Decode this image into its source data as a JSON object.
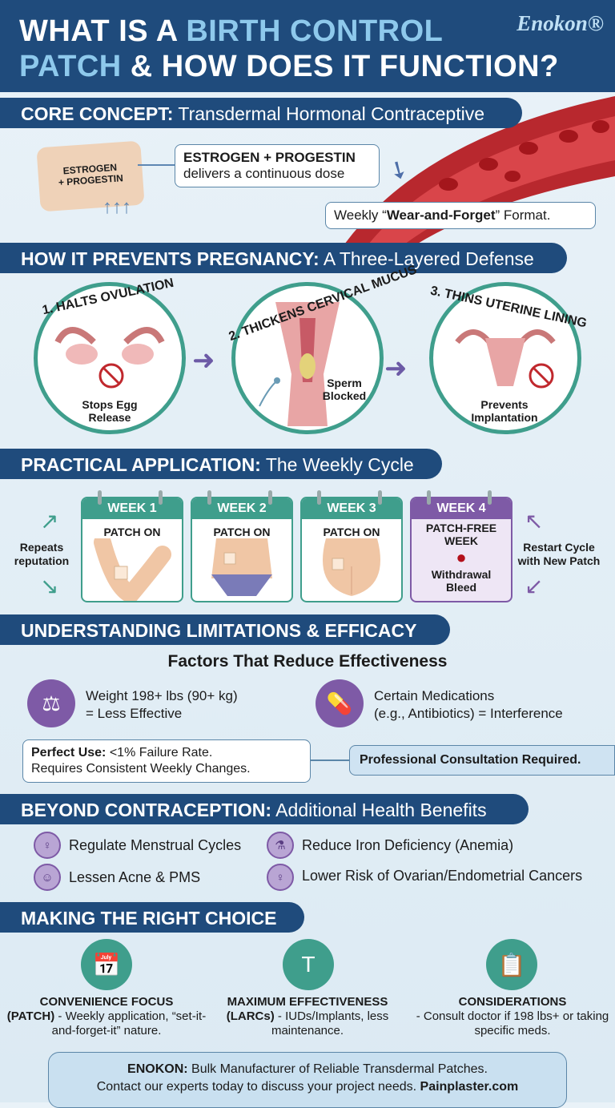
{
  "header": {
    "title_line1_a": "WHAT IS A ",
    "title_line1_b": "BIRTH CONTROL",
    "title_line2_a": "PATCH",
    "title_line2_b": " & HOW DOES IT FUNCTION?",
    "logo": "Enokon®"
  },
  "core": {
    "heading_bold": "CORE CONCEPT:",
    "heading_rest": " Transdermal Hormonal Contraceptive",
    "patch_label_1": "ESTROGEN",
    "patch_label_2": "+ PROGESTIN",
    "callout_1": "ESTROGEN + PROGESTIN",
    "callout_2": "delivers a continuous dose",
    "format_a": "Weekly “",
    "format_b": "Wear-and-Forget",
    "format_c": "” Format."
  },
  "prevent": {
    "heading_bold": "HOW IT PREVENTS PREGNANCY:",
    "heading_rest": " A Three-Layered Defense",
    "steps": [
      {
        "title": "1. HALTS OVULATION",
        "caption_1": "Stops Egg",
        "caption_2": "Release"
      },
      {
        "title": "2. THICKENS CERVICAL MUCUS",
        "caption_1": "Sperm",
        "caption_2": "Blocked"
      },
      {
        "title": "3. THINS UTERINE LINING",
        "caption_1": "Prevents",
        "caption_2": "Implantation"
      }
    ]
  },
  "practical": {
    "heading_bold": "PRACTICAL APPLICATION:",
    "heading_rest": " The Weekly Cycle",
    "left_1": "Repeats",
    "left_2": "reputation",
    "right_1": "Restart Cycle",
    "right_2": "with New Patch",
    "weeks": [
      {
        "label": "WEEK 1",
        "text": "PATCH ON"
      },
      {
        "label": "WEEK 2",
        "text": "PATCH ON"
      },
      {
        "label": "WEEK 3",
        "text": "PATCH ON"
      },
      {
        "label": "WEEK 4",
        "text": "PATCH-FREE WEEK",
        "note_1": "Withdrawal",
        "note_2": "Bleed"
      }
    ],
    "colors": {
      "teal": "#3f9e8c",
      "purple": "#7e5aa6"
    }
  },
  "limits": {
    "heading": "UNDERSTANDING LIMITATIONS & EFFICACY",
    "subheading": "Factors That Reduce Effectiveness",
    "factors": [
      {
        "icon": "scale-icon",
        "line1": "Weight 198+ lbs (90+ kg)",
        "line2": "= Less Effective"
      },
      {
        "icon": "pill-bottle-icon",
        "line1": "Certain Medications",
        "line2": "(e.g., Antibiotics) = Interference"
      }
    ],
    "perfect_bold": "Perfect Use:",
    "perfect_rest": " <1% Failure Rate.",
    "perfect_2": "Requires Consistent Weekly Changes.",
    "consult": "Professional Consultation Required."
  },
  "benefits": {
    "heading_bold": "BEYOND CONTRACEPTION:",
    "heading_rest": " Additional Health Benefits",
    "items": [
      {
        "icon": "uterus-icon",
        "label": "Regulate Menstrual Cycles"
      },
      {
        "icon": "flask-icon",
        "label": "Reduce Iron Deficiency (Anemia)"
      },
      {
        "icon": "face-icon",
        "label": "Lessen Acne & PMS"
      },
      {
        "icon": "uterus-icon",
        "label": "Lower Risk of Ovarian/Endometrial Cancers"
      }
    ]
  },
  "choice": {
    "heading": "MAKING THE RIGHT CHOICE",
    "cards": [
      {
        "icon": "calendar-clock-icon",
        "title": "CONVENIENCE FOCUS",
        "bold": "(PATCH)",
        "text": " - Weekly application, “set-it-and-forget-it” nature."
      },
      {
        "icon": "iud-icon",
        "title": "MAXIMUM EFFECTIVENESS",
        "bold": "(LARCs)",
        "text": " - IUDs/Implants, less maintenance."
      },
      {
        "icon": "clipboard-check-icon",
        "title": "CONSIDERATIONS",
        "bold": "",
        "text": "- Consult doctor if 198 lbs+ or taking specific meds."
      }
    ]
  },
  "footer": {
    "bold": "ENOKON:",
    "line1": " Bulk Manufacturer of Reliable Transdermal Patches.",
    "line2": "Contact our experts today to discuss your project needs. ",
    "link": "Painplaster.com"
  }
}
